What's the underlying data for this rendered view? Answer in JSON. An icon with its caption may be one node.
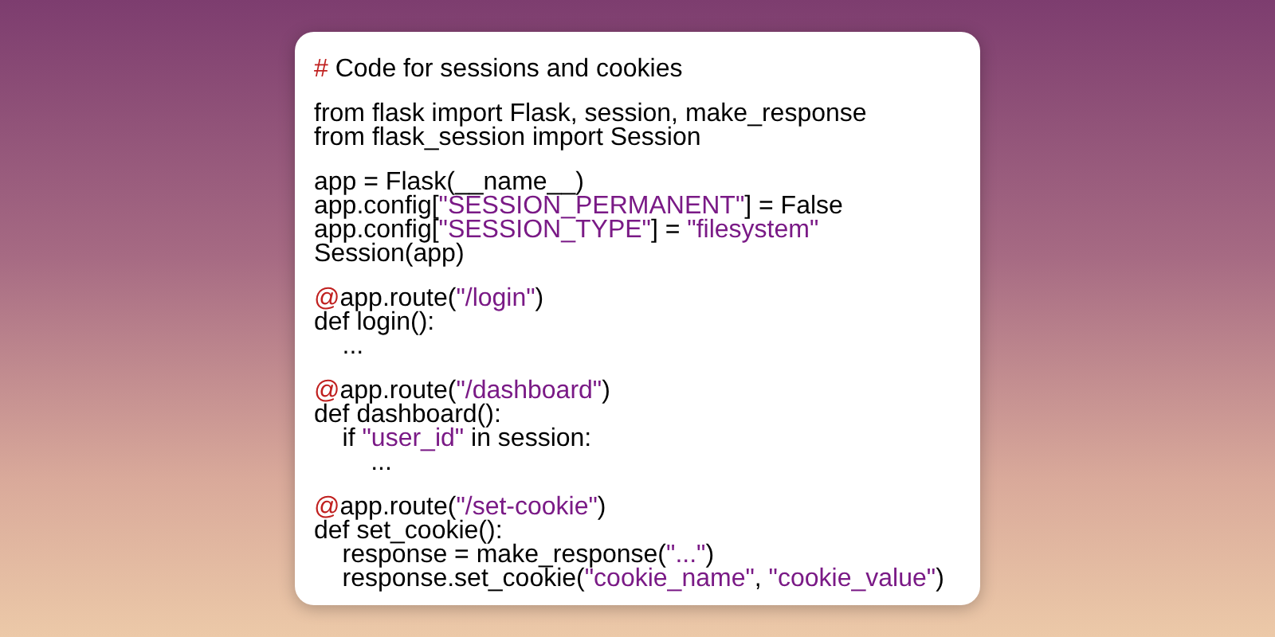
{
  "diagram": {
    "labels": [
      "# Code for sessions and cookies",
      "from flask import Flask, session, make_response",
      "from flask_session import Session",
      "app = Flask(__name__)",
      "app.config[\"SESSION_PERMANENT\"] = False",
      "app.config[\"SESSION_TYPE\"] = \"filesystem\"",
      "Session(app)",
      "@app.route(\"/login\")",
      "def login():",
      "    ...",
      "@app.route(\"/dashboard\")",
      "def dashboard():",
      "    if \"user_id\" in session:",
      "        ...",
      "@app.route(\"/set-cookie\")",
      "def set_cookie():",
      "    response = make_response(\"...\")",
      "    response.set_cookie(\"cookie_name\", \"cookie_value\")"
    ]
  }
}
